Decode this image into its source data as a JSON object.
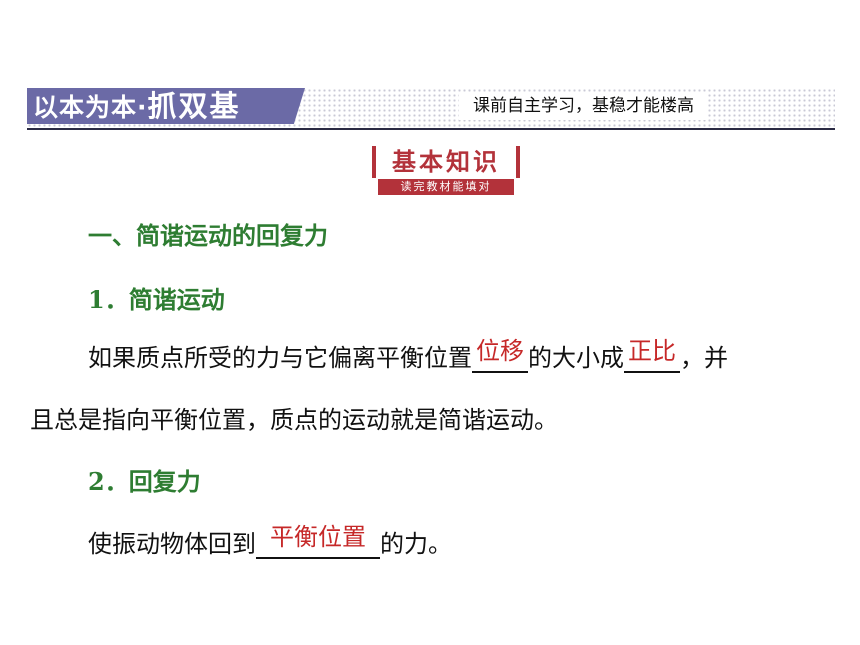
{
  "banner": {
    "left_prefix": "以本为本·",
    "left_emph": "抓双基",
    "right": "课前自主学习，基稳才能楼高"
  },
  "badge": {
    "title": "基本知识",
    "subtitle": "读完教材能填对"
  },
  "section1": {
    "heading": "一、简谐运动的回复力"
  },
  "item1": {
    "heading": "1．简谐运动",
    "line1_a": "如果质点所受的力与它偏离平衡位置",
    "blank1": "位移",
    "line1_b": "的大小成",
    "blank2": "正比",
    "line1_c": "，并",
    "line2": "且总是指向平衡位置，质点的运动就是简谐运动。"
  },
  "item2": {
    "heading": "2．回复力",
    "line_a": "使振动物体回到",
    "blank": "平衡位置",
    "line_b": "的力。"
  }
}
